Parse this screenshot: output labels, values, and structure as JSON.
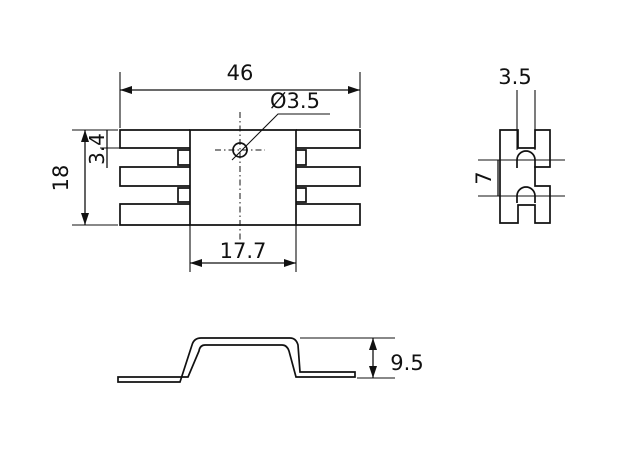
{
  "dimensions": {
    "overall_width": "46",
    "overall_height": "18",
    "fin_thickness": "3.4",
    "hole_diameter": "Ø3.5",
    "base_width": "17.7",
    "side_slot_width": "3.5",
    "side_pitch": "7",
    "profile_height": "9.5"
  }
}
